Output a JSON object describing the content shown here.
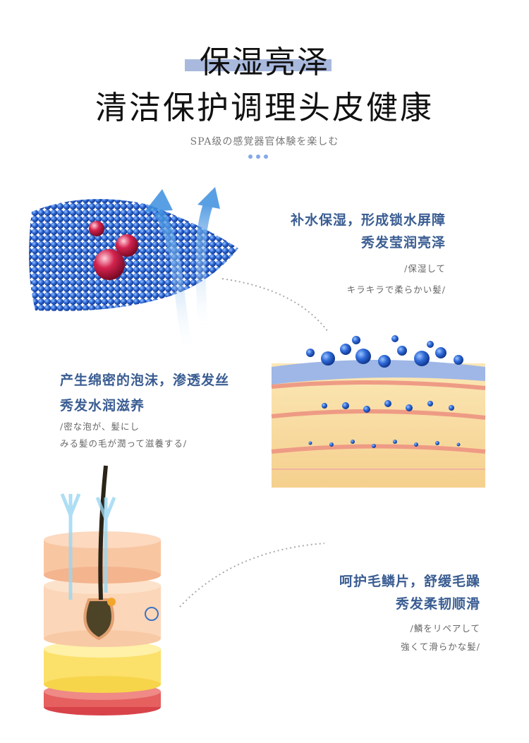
{
  "header": {
    "title_line1": "保湿亮泽",
    "title_line2": "清洁保护调理头皮健康",
    "subtitle": "SPA级の感覚器官体験を楽しむ",
    "accent_color": "#a9b9dd",
    "dot_color": "#85a9e8"
  },
  "sections": [
    {
      "heading": [
        "补水保湿，形成锁水屏障",
        "秀发莹润亮泽"
      ],
      "note": [
        "/保湿して",
        "キラキラで柔らかい髪/"
      ]
    },
    {
      "heading": [
        "产生绵密的泡沫，渗透发丝",
        "秀发水润滋养"
      ],
      "note": [
        "/密な泡が、髪にし",
        "みる髪の毛が潤って滋養する/"
      ]
    },
    {
      "heading": [
        "呵护毛鳞片，舒缓毛躁",
        "秀发柔韧顺滑"
      ],
      "note": [
        "/鱗をリペアして",
        "強くて滑らかな髪/"
      ]
    }
  ],
  "heading_color": "#3a5d92"
}
